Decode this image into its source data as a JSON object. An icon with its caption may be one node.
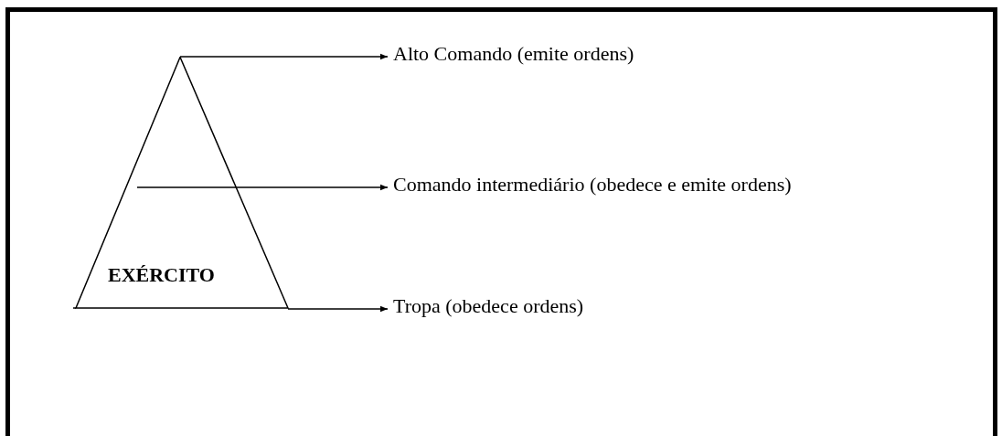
{
  "diagram": {
    "nodes": [
      {
        "text": [
          "EXÉRCITO"
        ]
      },
      {
        "text": [
          "Alto Comando (emite ordens)"
        ]
      },
      {
        "text": [
          "Comando intermediário (obedece e emite ordens)"
        ]
      },
      {
        "text": [
          "Tropa (obedece ordens)"
        ]
      }
    ],
    "edges": [
      {
        "from": 0,
        "to": 1,
        "arrow": "to"
      },
      {
        "from": 0,
        "to": 2,
        "arrow": "to"
      },
      {
        "from": 0,
        "to": 3,
        "arrow": "to"
      }
    ]
  }
}
